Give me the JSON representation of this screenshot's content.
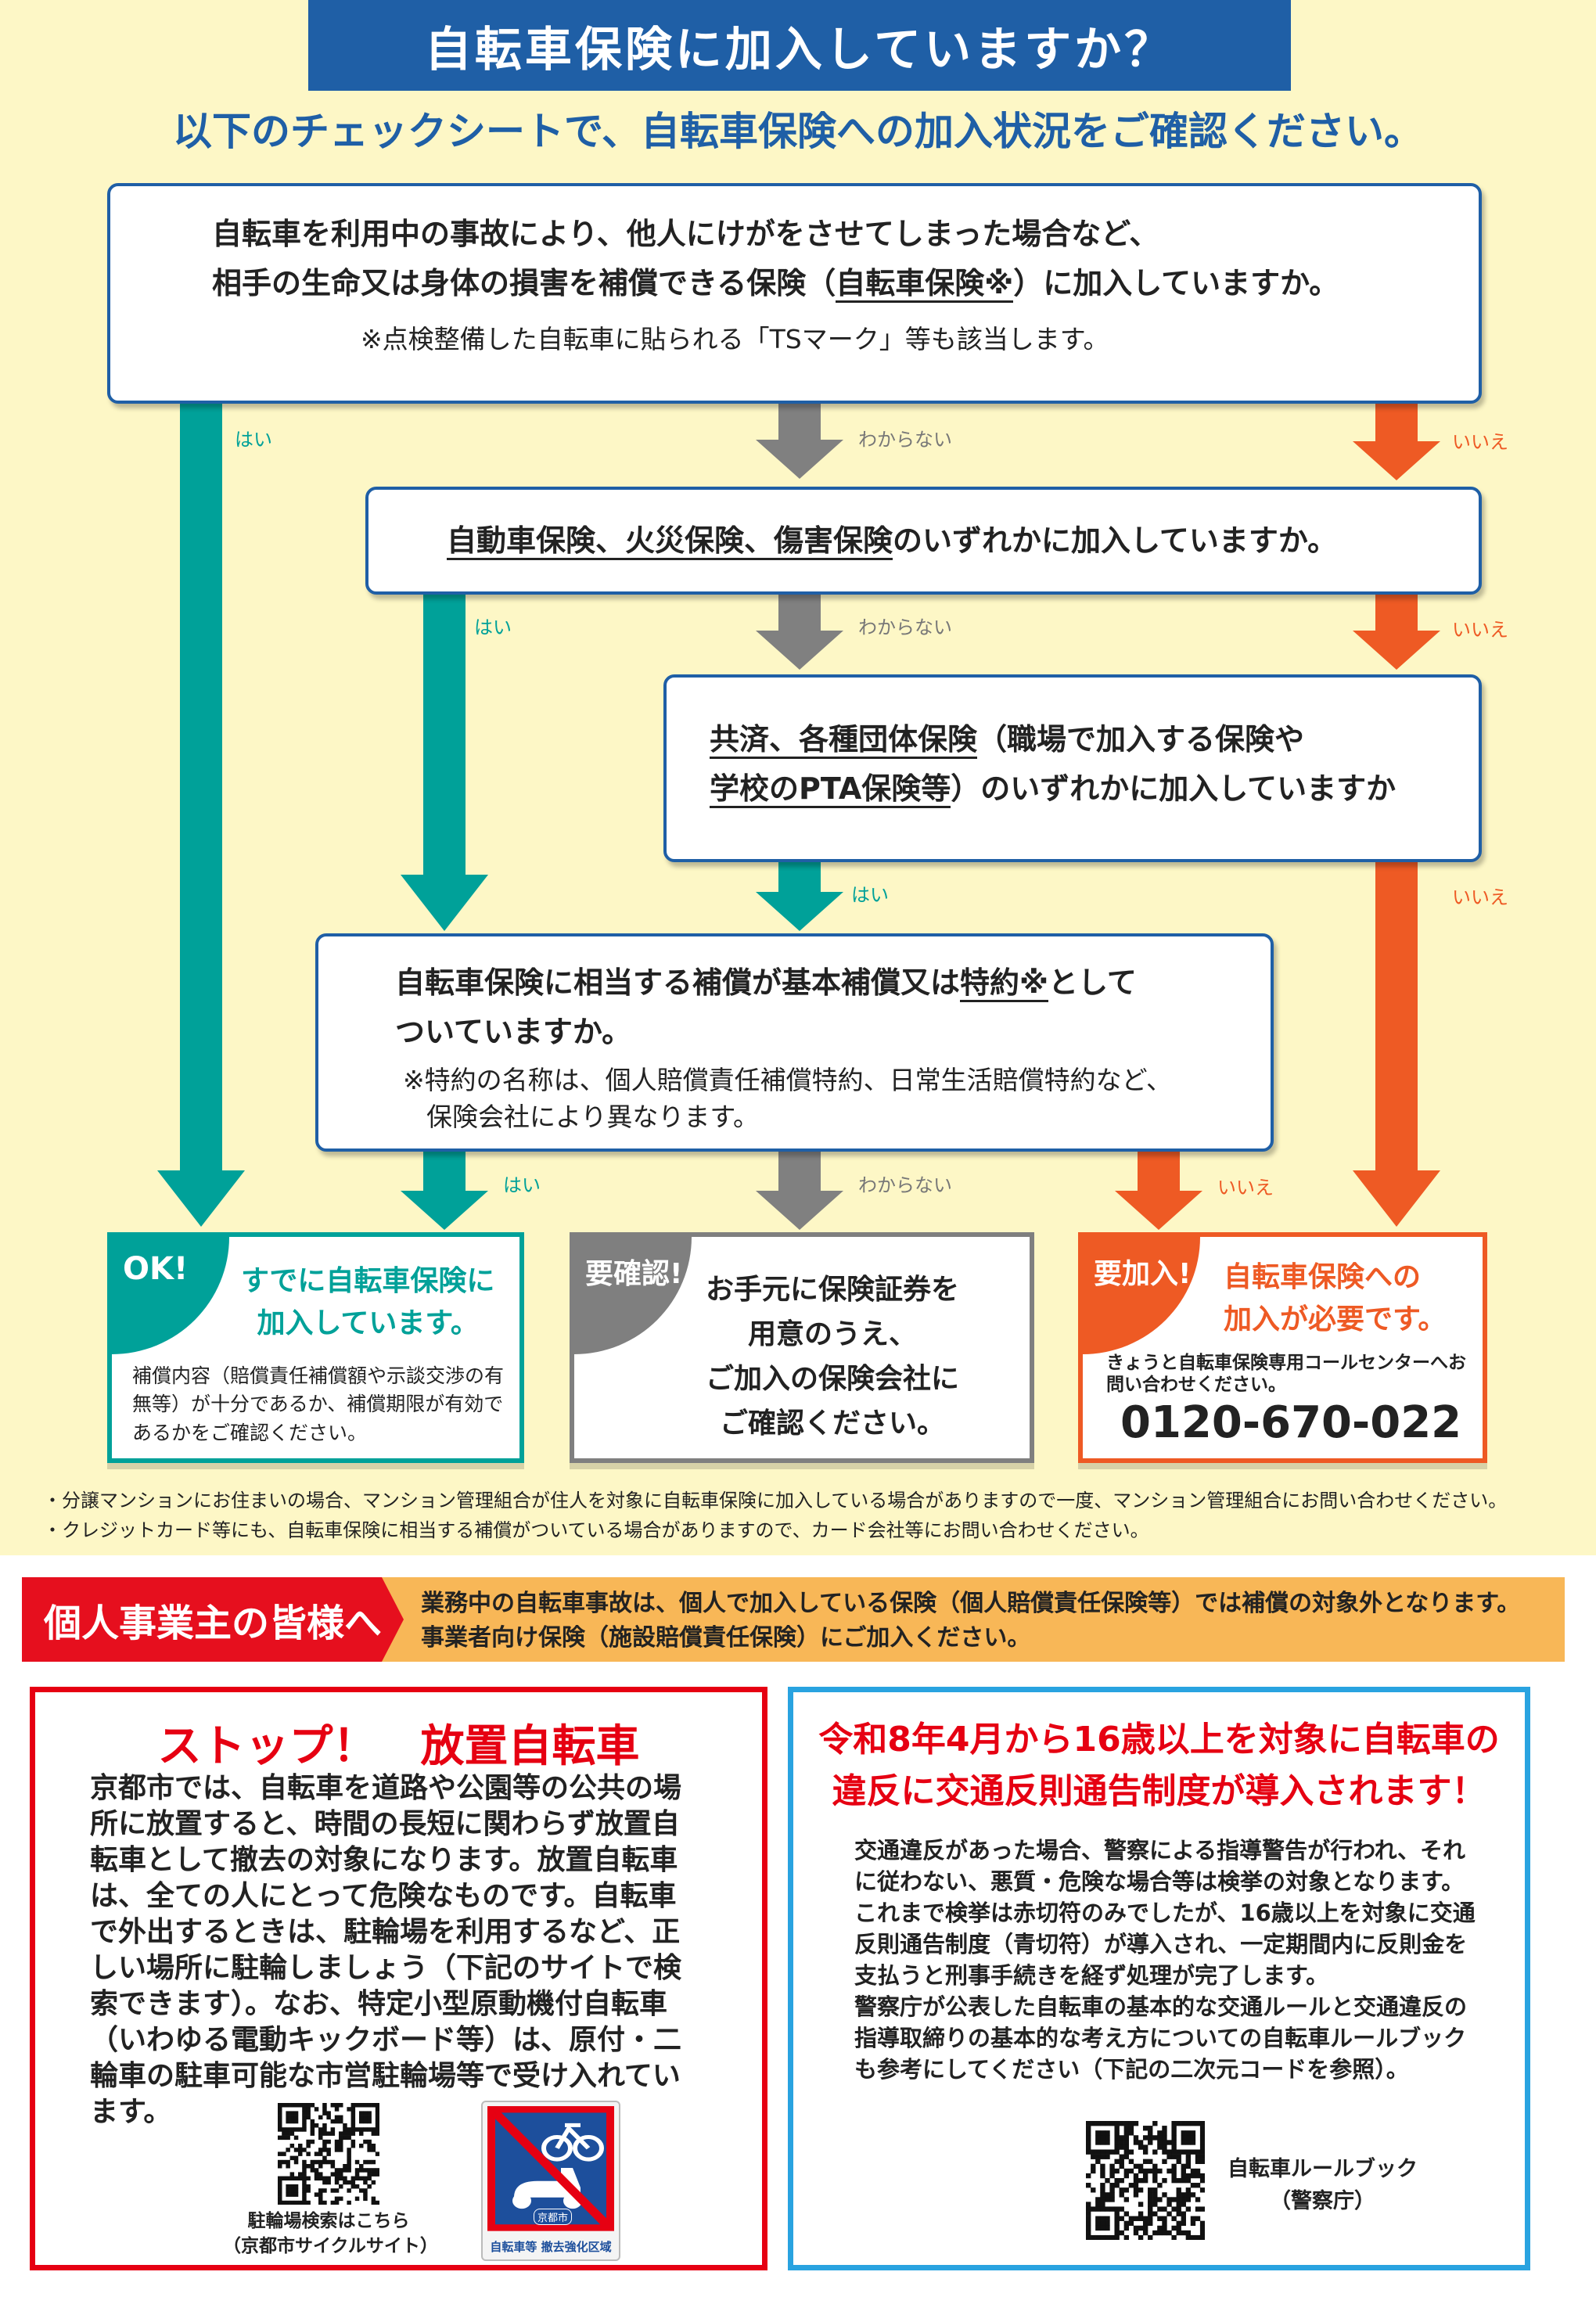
{
  "header": {
    "title": "自転車保険に加入していますか？",
    "subtitle": "以下のチェックシートで、自転車保険への加入状況をご確認ください。"
  },
  "colors": {
    "yes": "#00a199",
    "unknown": "#808080",
    "no": "#ee5a24",
    "title_blue": "#1f5fa6",
    "background": "#fdf7c6"
  },
  "labels": {
    "yes": "はい",
    "unknown": "わからない",
    "no": "いいえ"
  },
  "q1": {
    "line1": "自転車を利用中の事故により、他人にけがをさせてしまった場合など、",
    "line2_pre": "相手の生命又は身体の損害を補償できる保険（",
    "line2_u": "自転車保険※",
    "line2_post": "）に加入していますか。",
    "note": "※点検整備した自転車に貼られる「TSマーク」等も該当します。"
  },
  "q2": {
    "u": "自動車保険、火災保険、傷害保険",
    "post": "のいずれかに加入していますか。"
  },
  "q3": {
    "u1": "共済、各種団体保険",
    "post1": "（職場で加入する保険や",
    "u2": "学校のPTA保険等",
    "post2": "）のいずれかに加入していますか"
  },
  "q4": {
    "pre": "自転車保険に相当する補償が基本補償又は",
    "u": "特約※",
    "post": "として",
    "line2": "ついていますか。",
    "note1": "※特約の名称は、個人賠償責任補償特約、日常生活賠償特約など、",
    "note2": "保険会社により異なります。"
  },
  "results": {
    "ok": {
      "badge": "OK!",
      "title1": "すでに自転車保険に",
      "title2": "加入しています。",
      "body": "補償内容（賠償責任補償額や示談交渉の有無等）が十分であるか、補償期限が有効であるかをご確認ください。"
    },
    "check": {
      "badge": "要確認!",
      "l1": "お手元に保険証券を",
      "l2": "用意のうえ、",
      "l3": "ご加入の保険会社に",
      "l4": "ご確認ください。"
    },
    "join": {
      "badge": "要加入!",
      "title1": "自転車保険への",
      "title2": "加入が必要です。",
      "body": "きょうと自転車保険専用コールセンターへお問い合わせください。",
      "phone": "0120-670-022"
    }
  },
  "footnotes": [
    "・分譲マンションにお住まいの場合、マンション管理組合が住人を対象に自転車保険に加入している場合がありますので一度、マンション管理組合にお問い合わせください。",
    "・クレジットカード等にも、自転車保険に相当する補償がついている場合がありますので、カード会社等にお問い合わせください。"
  ],
  "banner": {
    "label": "個人事業主の皆様へ",
    "line1": "業務中の自転車事故は、個人で加入している保険（個人賠償責任保険等）では補償の対象外となります。",
    "line2": "事業者向け保険（施設賠償責任保険）にご加入ください。"
  },
  "parking": {
    "title": "ストップ！　放置自転車",
    "body": "京都市では、自転車を道路や公園等の公共の場所に放置すると、時間の長短に関わらず放置自転車として撤去の対象になります。放置自転車は、全ての人にとって危険なものです。自転車で外出するときは、駐輪場を利用するなど、正しい場所に駐輪しましょう（下記のサイトで検索できます）。なお、特定小型原動機付自転車（いわゆる電動キックボード等）は、原付・二輪車の駐車可能な市営駐輪場等で受け入れています。",
    "qr_caption1": "駐輪場検索はこちら",
    "qr_caption2": "（京都市サイクルサイト）",
    "sign_city": "京都市",
    "sign_caption": "自転車等 撤去強化区域"
  },
  "traffic": {
    "title1": "令和8年4月から16歳以上を対象に自転車の",
    "title2": "違反に交通反則通告制度が導入されます！",
    "body1": "交通違反があった場合、警察による指導警告が行われ、それに従わない、悪質・危険な場合等は検挙の対象となります。これまで検挙は赤切符のみでしたが、16歳以上を対象に交通反則通告制度（青切符）が導入され、一定期間内に反則金を支払うと刑事手続きを経ず処理が完了します。",
    "body2": "警察庁が公表した自転車の基本的な交通ルールと交通違反の指導取締りの基本的な考え方についての自転車ルールブックも参考にしてください（下記の二次元コードを参照）。",
    "qr_caption1": "自転車ルールブック",
    "qr_caption2": "（警察庁）"
  }
}
